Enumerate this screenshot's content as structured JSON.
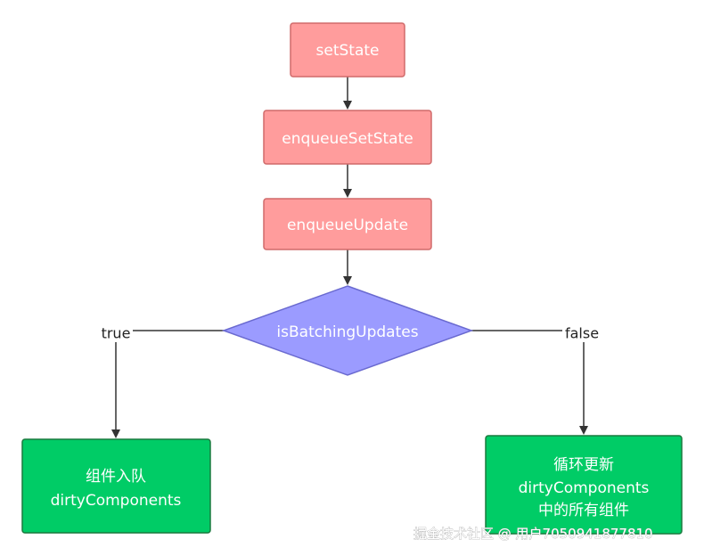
{
  "nodes": {
    "set_state": {
      "label": "setState"
    },
    "enqueue_set_state": {
      "label": "enqueueSetState"
    },
    "enqueue_update": {
      "label": "enqueueUpdate"
    },
    "decision": {
      "label": "isBatchingUpdates"
    },
    "true_result": {
      "line1": "组件入队",
      "line2": "dirtyComponents"
    },
    "false_result": {
      "line1": "循环更新",
      "line2": "dirtyComponents",
      "line3": "中的所有组件"
    }
  },
  "edges": {
    "true_label": "true",
    "false_label": "false"
  },
  "watermark": "掘金技术社区 @ 用户7050941877810",
  "colors": {
    "process_fill": "#ff9c9c",
    "process_stroke": "#d06a6a",
    "decision_fill": "#9b9bff",
    "decision_stroke": "#6a6ad0",
    "result_fill": "#00cc66",
    "result_stroke": "#1a7a3e",
    "line": "#333333"
  }
}
